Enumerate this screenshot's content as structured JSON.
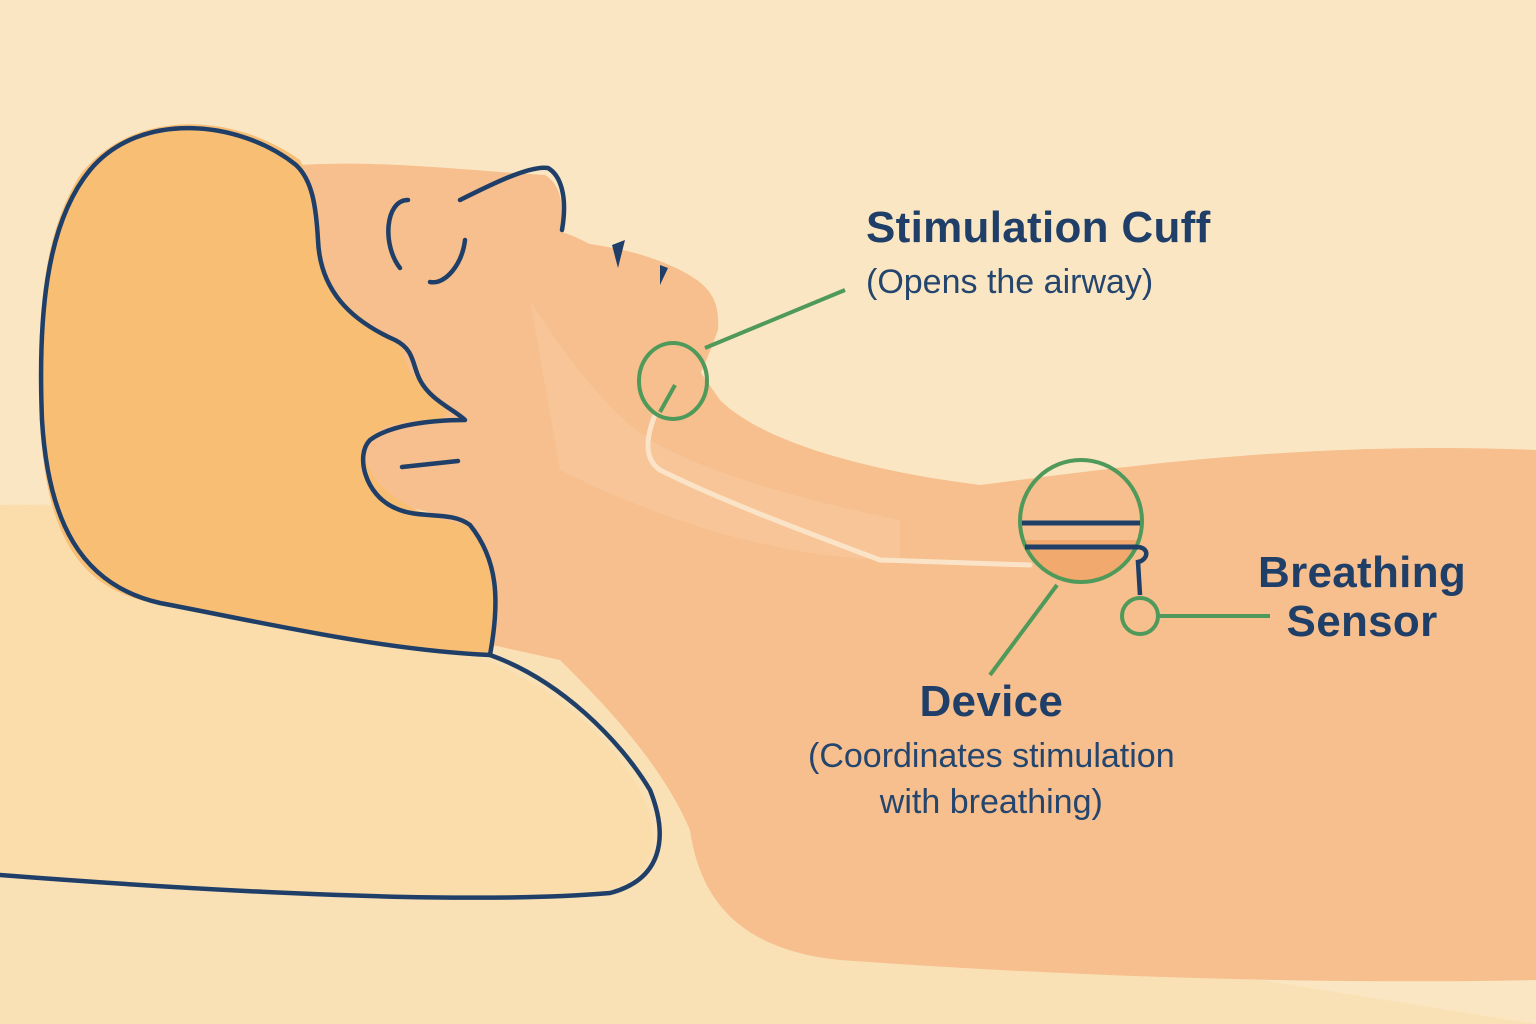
{
  "colors": {
    "background": "#fbe6c3",
    "skin": "#f6bf8d",
    "hair": "#f8be74",
    "pillow": "#fbdcaa",
    "outline": "#1f3f68",
    "callout": "#4f9a5a",
    "text": "#1f3f68"
  },
  "labels": {
    "stimulation_cuff": {
      "title": "Stimulation Cuff",
      "subtitle": "(Opens the airway)"
    },
    "breathing_sensor": {
      "line1": "Breathing",
      "line2": "Sensor"
    },
    "device": {
      "title": "Device",
      "subtitle_line1": "(Coordinates stimulation",
      "subtitle_line2": "with breathing)"
    }
  },
  "icons": [
    "cuff-marker-icon",
    "device-magnifier-icon",
    "sensor-dot-icon"
  ]
}
